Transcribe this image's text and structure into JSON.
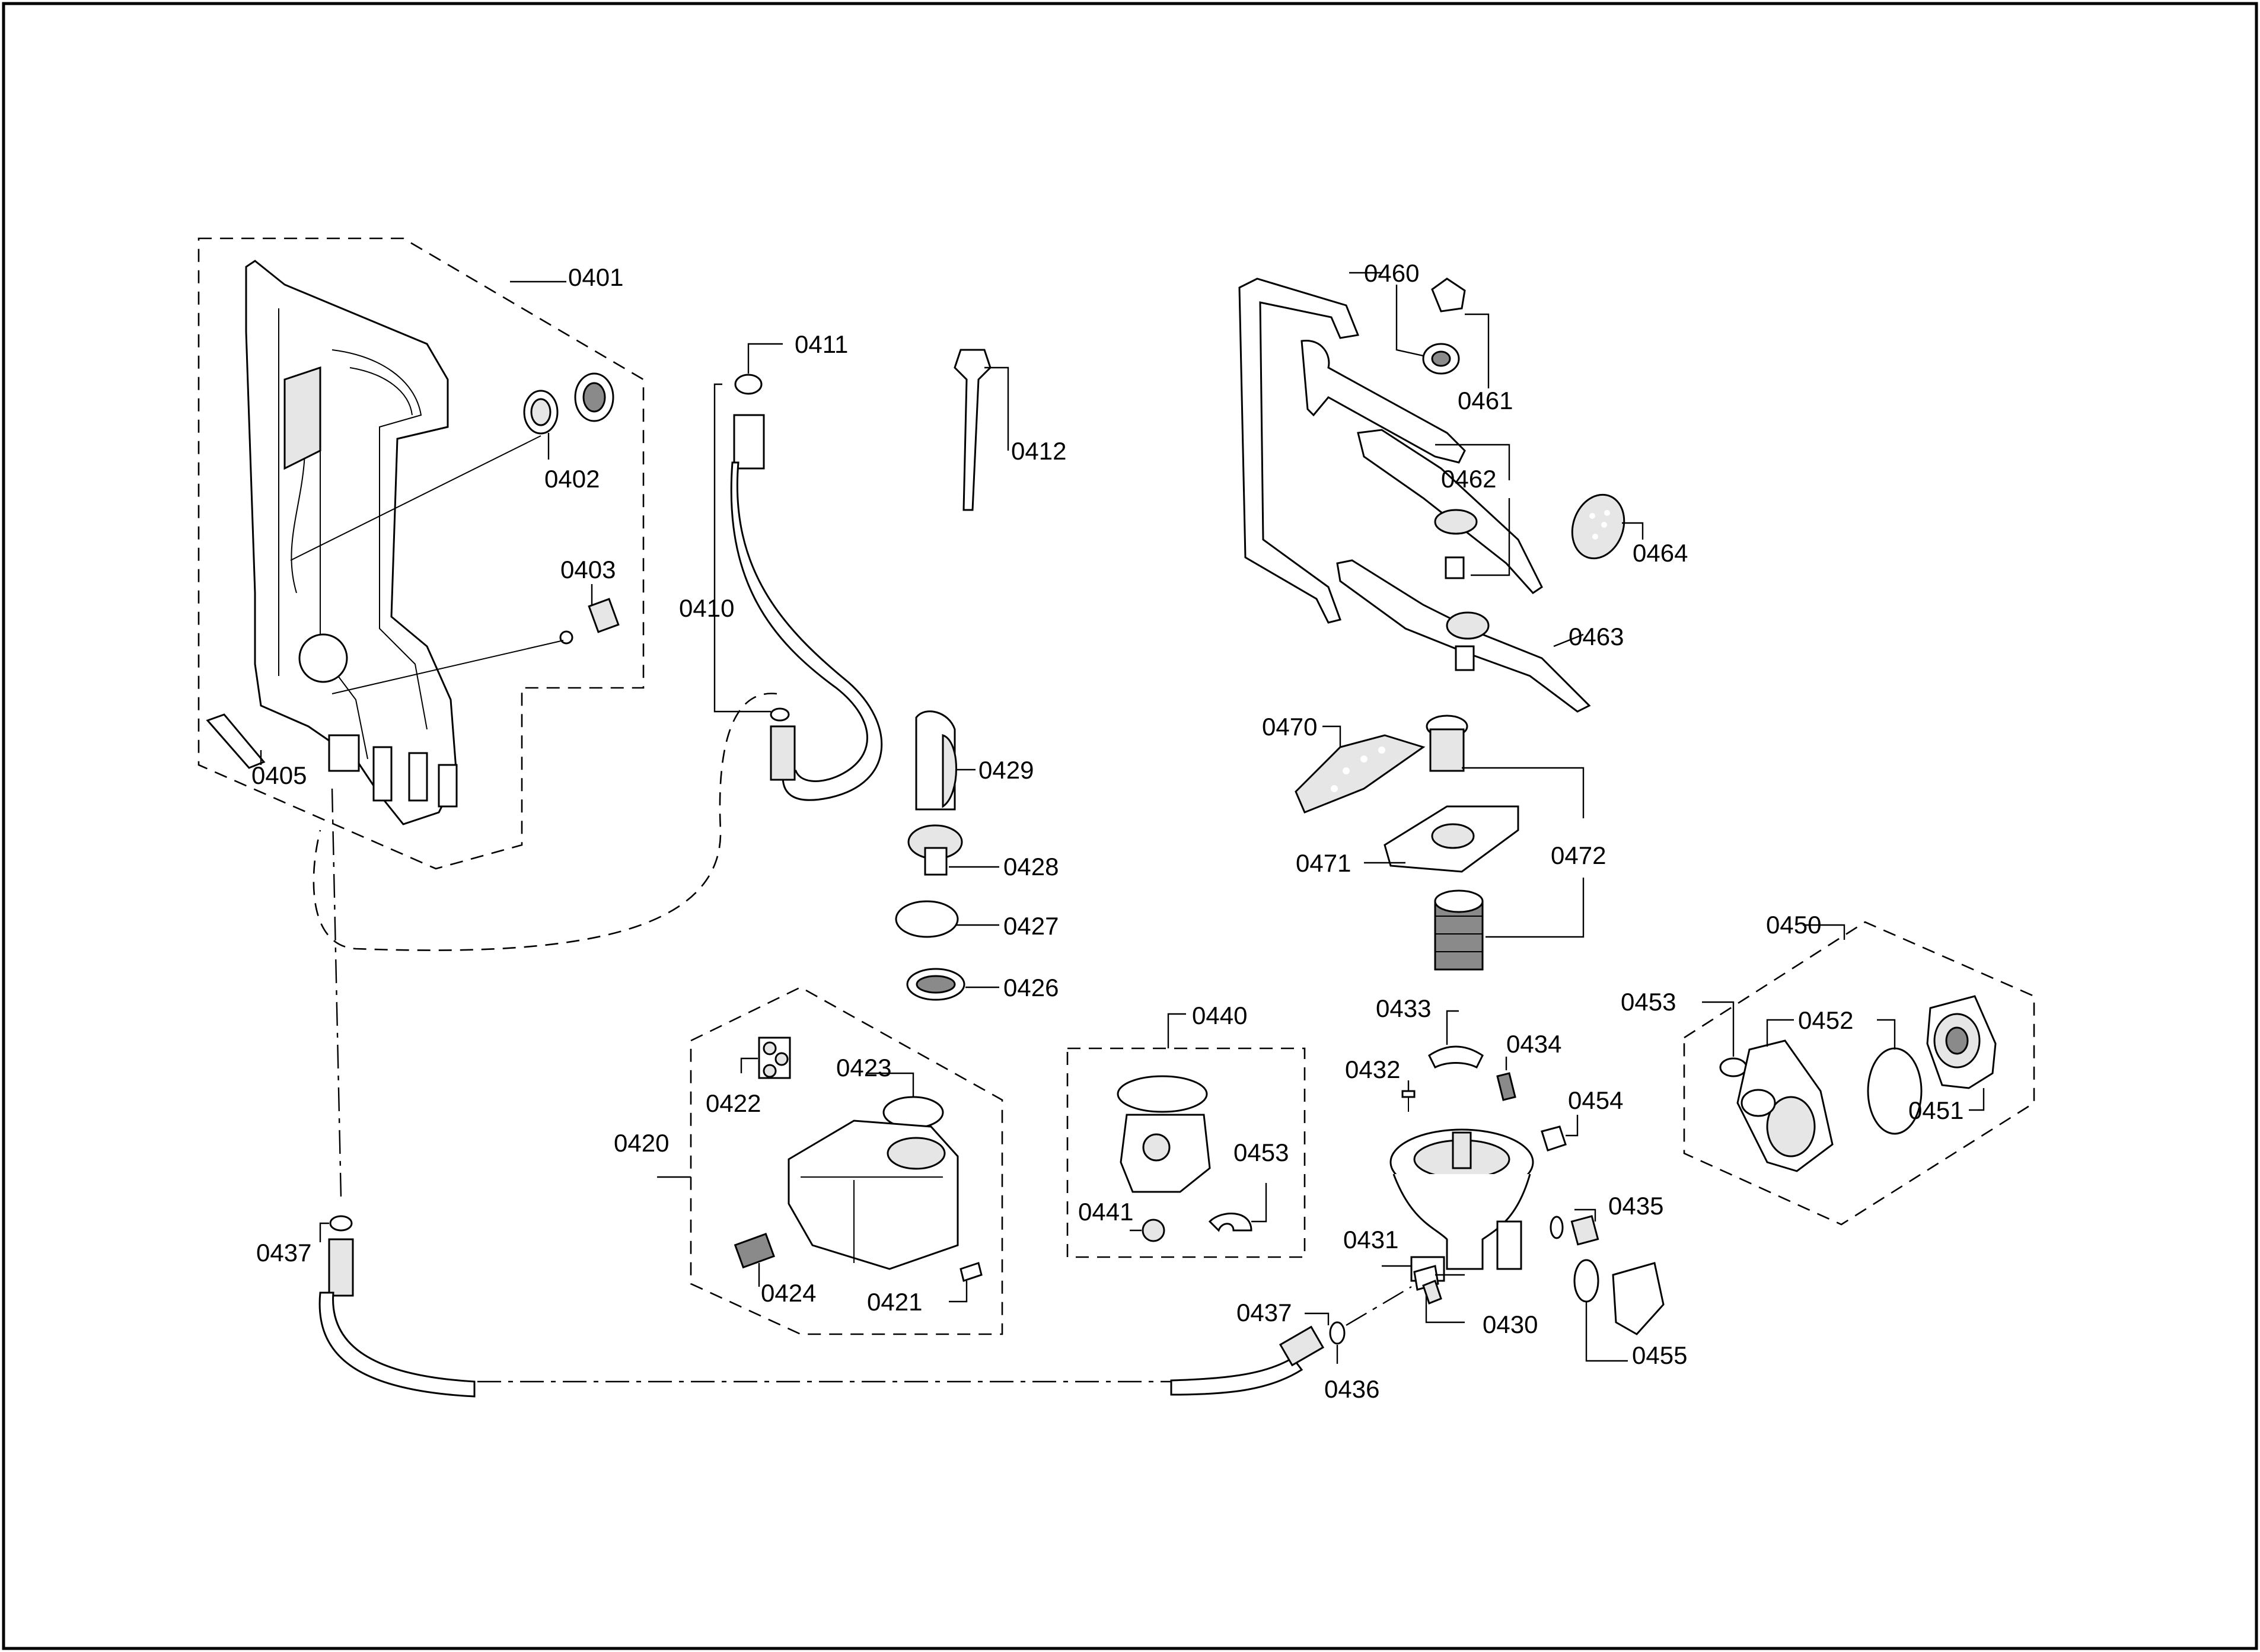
{
  "diagram": {
    "callouts": {
      "c0401": "0401",
      "c0402": "0402",
      "c0403": "0403",
      "c0405": "0405",
      "c0410": "0410",
      "c0411": "0411",
      "c0412": "0412",
      "c0420": "0420",
      "c0421": "0421",
      "c0422": "0422",
      "c0423": "0423",
      "c0424": "0424",
      "c0426": "0426",
      "c0427": "0427",
      "c0428": "0428",
      "c0429": "0429",
      "c0430": "0430",
      "c0431": "0431",
      "c0432": "0432",
      "c0433": "0433",
      "c0434": "0434",
      "c0435": "0435",
      "c0436": "0436",
      "c0437a": "0437",
      "c0437b": "0437",
      "c0440": "0440",
      "c0441": "0441",
      "c0450": "0450",
      "c0451": "0451",
      "c0452": "0452",
      "c0453a": "0453",
      "c0453b": "0453",
      "c0454": "0454",
      "c0455": "0455",
      "c0460": "0460",
      "c0461": "0461",
      "c0462": "0462",
      "c0463": "0463",
      "c0464": "0464",
      "c0470": "0470",
      "c0471": "0471",
      "c0472": "0472"
    }
  }
}
